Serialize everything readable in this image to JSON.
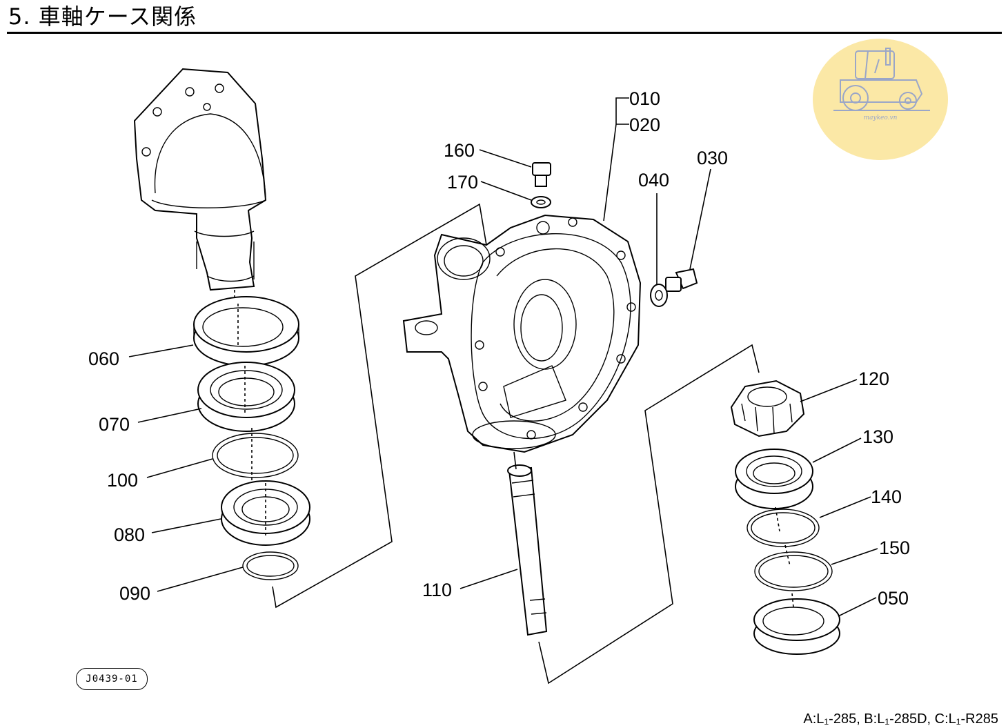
{
  "page": {
    "title": "5. 車軸ケース関係",
    "diagram_code": "J0439-01",
    "footer_models": "A:L₁-285, B:L₁-285D, C:L₁-R285"
  },
  "watermark": {
    "text": "maykeo.vn",
    "color": "#fbe8a6",
    "icon": "tractor-icon"
  },
  "callouts": [
    {
      "id": "010",
      "label": "010"
    },
    {
      "id": "020",
      "label": "020"
    },
    {
      "id": "030",
      "label": "030"
    },
    {
      "id": "040",
      "label": "040"
    },
    {
      "id": "050",
      "label": "050"
    },
    {
      "id": "060",
      "label": "060"
    },
    {
      "id": "070",
      "label": "070"
    },
    {
      "id": "080",
      "label": "080"
    },
    {
      "id": "090",
      "label": "090"
    },
    {
      "id": "100",
      "label": "100"
    },
    {
      "id": "110",
      "label": "110"
    },
    {
      "id": "120",
      "label": "120"
    },
    {
      "id": "130",
      "label": "130"
    },
    {
      "id": "140",
      "label": "140"
    },
    {
      "id": "150",
      "label": "150"
    },
    {
      "id": "160",
      "label": "160"
    },
    {
      "id": "170",
      "label": "170"
    }
  ]
}
